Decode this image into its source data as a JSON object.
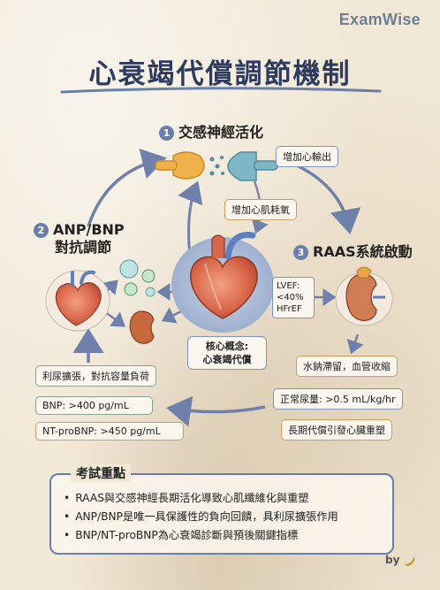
{
  "brand": "ExamWise",
  "title": "心衰竭代償調節機制",
  "steps": {
    "s1": {
      "num": "1",
      "label": "交感神經活化"
    },
    "s2": {
      "num": "2",
      "label_line1": "ANP/BNP",
      "label_line2": "對抗調節"
    },
    "s3": {
      "num": "3",
      "label": "RAAS系統啟動"
    }
  },
  "tags": {
    "output": "增加心輸出",
    "consume": "增加心肌耗氧",
    "water": "水鈉滯留，血管收縮",
    "urine": "正常尿量: >0.5 mL/kg/hr",
    "remodel": "長期代償引發心臟重塑",
    "diuresis": "利尿擴張，對抗容量負荷",
    "bnp": "BNP: >400 pg/mL",
    "ntbnp": "NT-proBNP: >450 pg/mL"
  },
  "lvef": {
    "line1": "LVEF:",
    "line2": "<40%",
    "line3": "HFrEF"
  },
  "core": {
    "line1": "核心概念:",
    "line2": "心衰竭代償"
  },
  "exam": {
    "title": "考試重點",
    "points": [
      "RAAS與交感神經長期活化導致心肌纖維化與重塑",
      "ANP/BNP是唯一具保護性的負向回饋，具利尿擴張作用",
      "BNP/NT-proBNP為心衰竭診斷與預後關鍵指標"
    ]
  },
  "footer": {
    "by": "by",
    "banana_icon": "banana-icon"
  },
  "colors": {
    "title": "#2d3b5e",
    "accent": "#6a7fa8",
    "arrow": "#6f80aa",
    "heart": "#d9664a"
  }
}
